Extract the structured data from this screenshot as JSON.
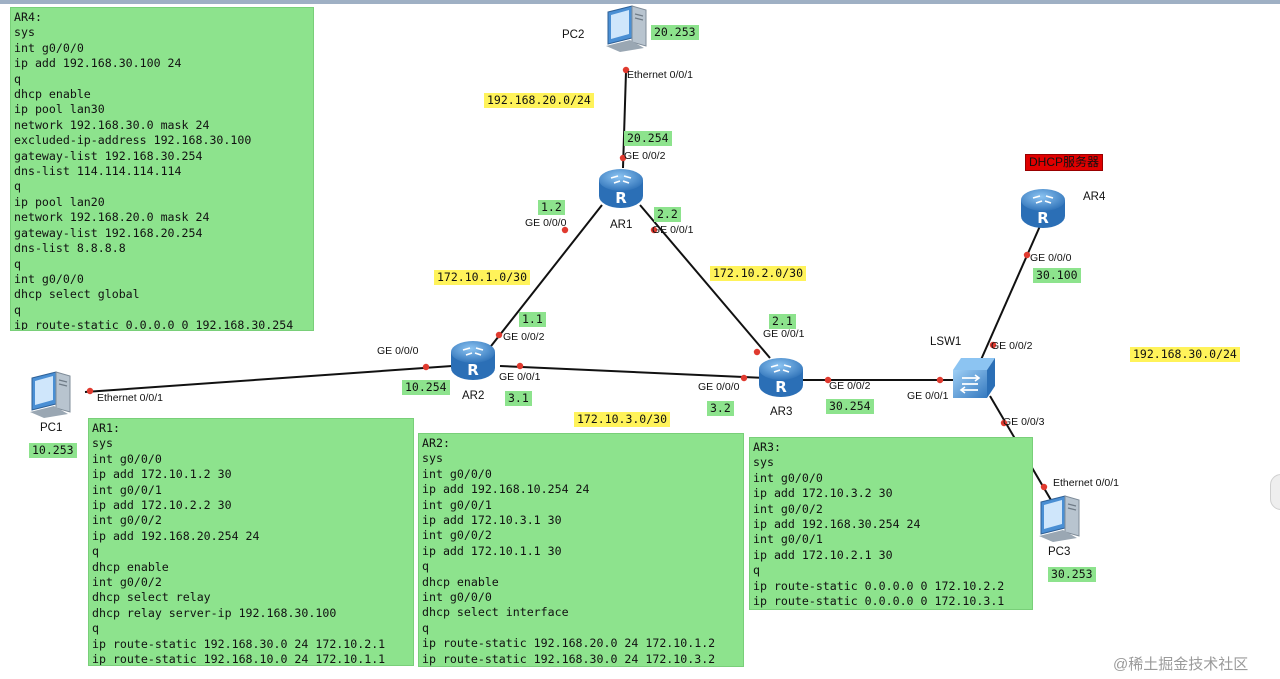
{
  "devices": {
    "pc1": "PC1",
    "pc2": "PC2",
    "pc3": "PC3",
    "ar1": "AR1",
    "ar2": "AR2",
    "ar3": "AR3",
    "ar4": "AR4",
    "lsw1": "LSW1"
  },
  "dhcp_server_tag": "DHCP服务器",
  "networks": {
    "net_20": "192.168.20.0/24",
    "net_101": "172.10.1.0/30",
    "net_102": "172.10.2.0/30",
    "net_103": "172.10.3.0/30",
    "net_30": "192.168.30.0/24"
  },
  "ip_tags": {
    "pc2": "20.253",
    "ar1_g2": "20.254",
    "ar1_g0": "1.2",
    "ar1_g1": "2.2",
    "ar2_g2": "1.1",
    "ar2_g0": "10.254",
    "ar2_g1": "3.1",
    "ar3_g0": "3.2",
    "ar3_g1": "2.1",
    "ar3_g2": "30.254",
    "ar4_g0": "30.100",
    "pc1": "10.253",
    "pc3": "30.253"
  },
  "ports": {
    "pc2_eth": "Ethernet 0/0/1",
    "ar1_g2": "GE 0/0/2",
    "ar1_g0": "GE 0/0/0",
    "ar1_g1": "GE 0/0/1",
    "ar2_g2": "GE 0/0/2",
    "ar2_g0": "GE 0/0/0",
    "ar2_g1": "GE 0/0/1",
    "pc1_eth": "Ethernet 0/0/1",
    "ar3_g1": "GE 0/0/1",
    "ar3_g0": "GE 0/0/0",
    "ar3_g2": "GE 0/0/2",
    "lsw_g1": "GE 0/0/1",
    "lsw_g2": "GE 0/0/2",
    "lsw_g3": "GE 0/0/3",
    "ar4_g0": "GE 0/0/0",
    "pc3_eth": "Ethernet 0/0/1"
  },
  "configs": {
    "ar4": [
      "AR4:",
      "sys",
      "int g0/0/0",
      "ip add 192.168.30.100 24",
      "q",
      "dhcp enable",
      "ip pool lan30",
      "network 192.168.30.0 mask 24",
      "excluded-ip-address 192.168.30.100",
      "gateway-list 192.168.30.254",
      "dns-list 114.114.114.114",
      "q",
      "ip pool lan20",
      "network 192.168.20.0 mask 24",
      "gateway-list 192.168.20.254",
      "dns-list 8.8.8.8",
      "q",
      "int g0/0/0",
      "dhcp select global",
      "q",
      "ip route-static 0.0.0.0 0 192.168.30.254"
    ],
    "ar1": [
      "AR1:",
      "sys",
      "int g0/0/0",
      "ip add 172.10.1.2 30",
      "int g0/0/1",
      "ip add 172.10.2.2 30",
      "int g0/0/2",
      "ip add 192.168.20.254 24",
      "q",
      "dhcp enable",
      "int g0/0/2",
      "dhcp select relay",
      "dhcp relay server-ip 192.168.30.100",
      "q",
      "ip route-static 192.168.30.0 24 172.10.2.1",
      "ip route-static 192.168.10.0 24 172.10.1.1"
    ],
    "ar2": [
      "AR2:",
      "sys",
      "int g0/0/0",
      "ip add 192.168.10.254 24",
      "int g0/0/1",
      "ip add 172.10.3.1 30",
      "int g0/0/2",
      "ip add 172.10.1.1 30",
      "q",
      "dhcp enable",
      "int g0/0/0",
      "dhcp select interface",
      "q",
      "ip route-static 192.168.20.0 24 172.10.1.2",
      "ip route-static 192.168.30.0 24 172.10.3.2"
    ],
    "ar3": [
      "AR3:",
      "sys",
      "int g0/0/0",
      "ip add 172.10.3.2 30",
      "int g0/0/2",
      "ip add 192.168.30.254 24",
      "int g0/0/1",
      "ip add 172.10.2.1 30",
      "q",
      "ip route-static 0.0.0.0 0 172.10.2.2",
      "ip route-static 0.0.0.0 0 172.10.3.1"
    ]
  },
  "watermark": "@稀土掘金技术社区",
  "colors": {
    "config_bg": "#8de38d",
    "network_tag_bg": "#fff35a",
    "dhcp_tag_bg": "#e00000",
    "router_blue": "#3d86cf",
    "port_dot": "#e03a2f"
  }
}
